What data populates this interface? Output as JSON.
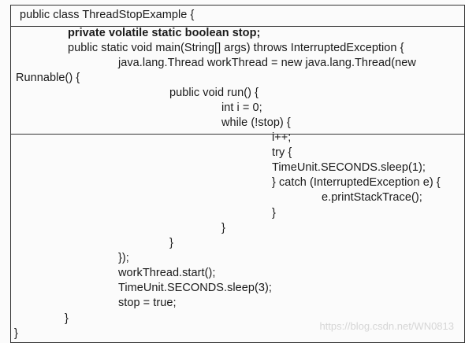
{
  "code_lines": [
    "public class ThreadStopExample {",
    "private volatile static boolean stop;",
    "public static void main(String[] args) throws InterruptedException {",
    "java.lang.Thread workThread = new java.lang.Thread(new",
    "Runnable() {",
    "public void run() {",
    "int i = 0;",
    "while (!stop) {",
    "i++;",
    "try {",
    "TimeUnit.SECONDS.sleep(1);",
    "} catch (InterruptedException e) {",
    "e.printStackTrace();",
    "}",
    "}",
    "}",
    "});",
    "workThread.start();",
    "TimeUnit.SECONDS.sleep(3);",
    "stop = true;",
    "}",
    "}"
  ],
  "watermark": "https://blog.csdn.net/WN0813"
}
